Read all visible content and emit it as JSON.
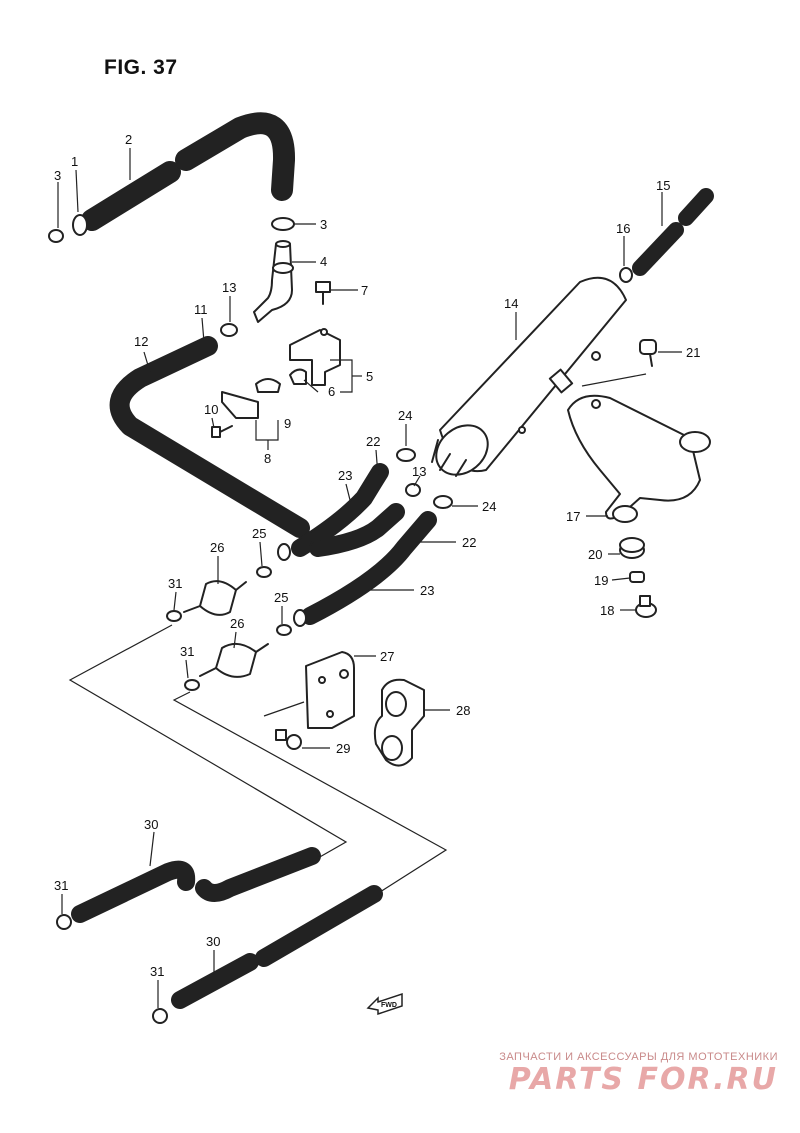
{
  "figure": {
    "title": "FIG. 37"
  },
  "callouts": [
    {
      "id": "c1",
      "label": "1"
    },
    {
      "id": "c2",
      "label": "2"
    },
    {
      "id": "c3a",
      "label": "3"
    },
    {
      "id": "c3b",
      "label": "3"
    },
    {
      "id": "c4",
      "label": "4"
    },
    {
      "id": "c5",
      "label": "5"
    },
    {
      "id": "c6",
      "label": "6"
    },
    {
      "id": "c7",
      "label": "7"
    },
    {
      "id": "c8",
      "label": "8"
    },
    {
      "id": "c9",
      "label": "9"
    },
    {
      "id": "c10",
      "label": "10"
    },
    {
      "id": "c11",
      "label": "11"
    },
    {
      "id": "c12",
      "label": "12"
    },
    {
      "id": "c13a",
      "label": "13"
    },
    {
      "id": "c13b",
      "label": "13"
    },
    {
      "id": "c14",
      "label": "14"
    },
    {
      "id": "c15",
      "label": "15"
    },
    {
      "id": "c16",
      "label": "16"
    },
    {
      "id": "c17",
      "label": "17"
    },
    {
      "id": "c18",
      "label": "18"
    },
    {
      "id": "c19",
      "label": "19"
    },
    {
      "id": "c20",
      "label": "20"
    },
    {
      "id": "c21",
      "label": "21"
    },
    {
      "id": "c22a",
      "label": "22"
    },
    {
      "id": "c22b",
      "label": "22"
    },
    {
      "id": "c23a",
      "label": "23"
    },
    {
      "id": "c23b",
      "label": "23"
    },
    {
      "id": "c24a",
      "label": "24"
    },
    {
      "id": "c24b",
      "label": "24"
    },
    {
      "id": "c25a",
      "label": "25"
    },
    {
      "id": "c25b",
      "label": "25"
    },
    {
      "id": "c26a",
      "label": "26"
    },
    {
      "id": "c26b",
      "label": "26"
    },
    {
      "id": "c27",
      "label": "27"
    },
    {
      "id": "c28",
      "label": "28"
    },
    {
      "id": "c29",
      "label": "29"
    },
    {
      "id": "c30a",
      "label": "30"
    },
    {
      "id": "c30b",
      "label": "30"
    },
    {
      "id": "c31a",
      "label": "31"
    },
    {
      "id": "c31b",
      "label": "31"
    },
    {
      "id": "c31c",
      "label": "31"
    },
    {
      "id": "c31d",
      "label": "31"
    }
  ],
  "direction_marker": {
    "label": "FWD"
  },
  "watermark": {
    "tagline": "ЗАПЧАСТИ И АКСЕССУАРЫ ДЛЯ МОТОТЕХНИКИ",
    "brand": "PARTS FOR.RU"
  }
}
